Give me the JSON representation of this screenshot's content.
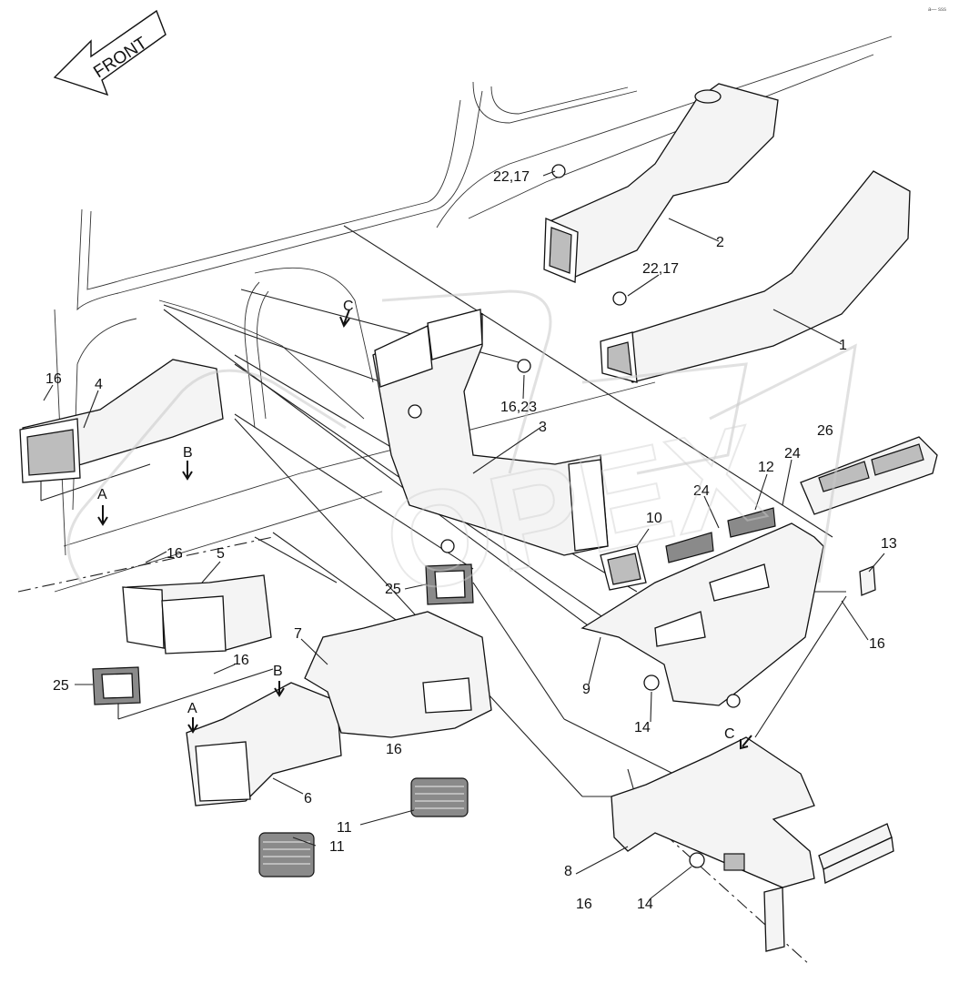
{
  "front_arrow": {
    "text": "FRONT"
  },
  "watermark": "OPEX",
  "corner_mark": "a— sss",
  "callouts": {
    "c1": "1",
    "c2": "2",
    "c3": "3",
    "c4": "4",
    "c5": "5",
    "c6": "6",
    "c7": "7",
    "c8": "8",
    "c9": "9",
    "c10": "10",
    "c11a": "11",
    "c11b": "11",
    "c12": "12",
    "c13": "13",
    "c14a": "14",
    "c14b": "14",
    "c16a": "16",
    "c16b": "16",
    "c16c": "16",
    "c16d": "16",
    "c16e": "16",
    "c16f": "16",
    "c1623": "16,23",
    "c2217a": "22,17",
    "c2217b": "22,17",
    "c24a": "24",
    "c24b": "24",
    "c25a": "25",
    "c25b": "25",
    "c26": "26"
  },
  "markers": {
    "A1": "A",
    "A2": "A",
    "B1": "B",
    "B2": "B",
    "C1": "C",
    "C2": "C"
  }
}
